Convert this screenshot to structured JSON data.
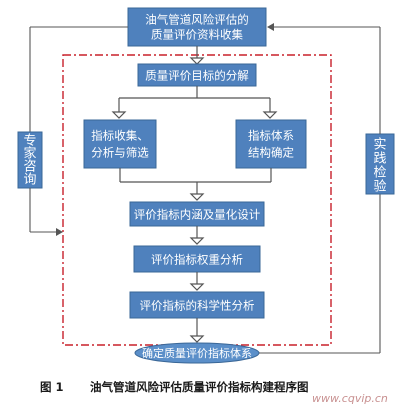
{
  "diagram": {
    "boxes": {
      "collect": [
        "油气管道风险评估的",
        "质量评价资料收集"
      ],
      "decompose": "质量评价目标的分解",
      "indicator_collect": [
        "指标收集、",
        "分析与筛选"
      ],
      "indicator_system": [
        "指标体系",
        "结构确定"
      ],
      "connotation": "评价指标内涵及量化设计",
      "weight": "评价指标权重分析",
      "science": "评价指标的科学性分析",
      "final": "确定质量评价指标体系"
    },
    "side_left": [
      "专",
      "家",
      "咨",
      "询"
    ],
    "side_right": [
      "实",
      "践",
      "检",
      "验"
    ],
    "colors": {
      "box_fill": "#4f81bd",
      "box_border": "#3a6797",
      "ellipse_fill": "#5b8fc9",
      "dash_frame": "#c8202a",
      "arrow": "#555555"
    }
  },
  "caption": {
    "number": "图 1",
    "text": "油气管道风险评估质量评价指标构建程序图"
  },
  "watermark": "www.cqvip.cn"
}
